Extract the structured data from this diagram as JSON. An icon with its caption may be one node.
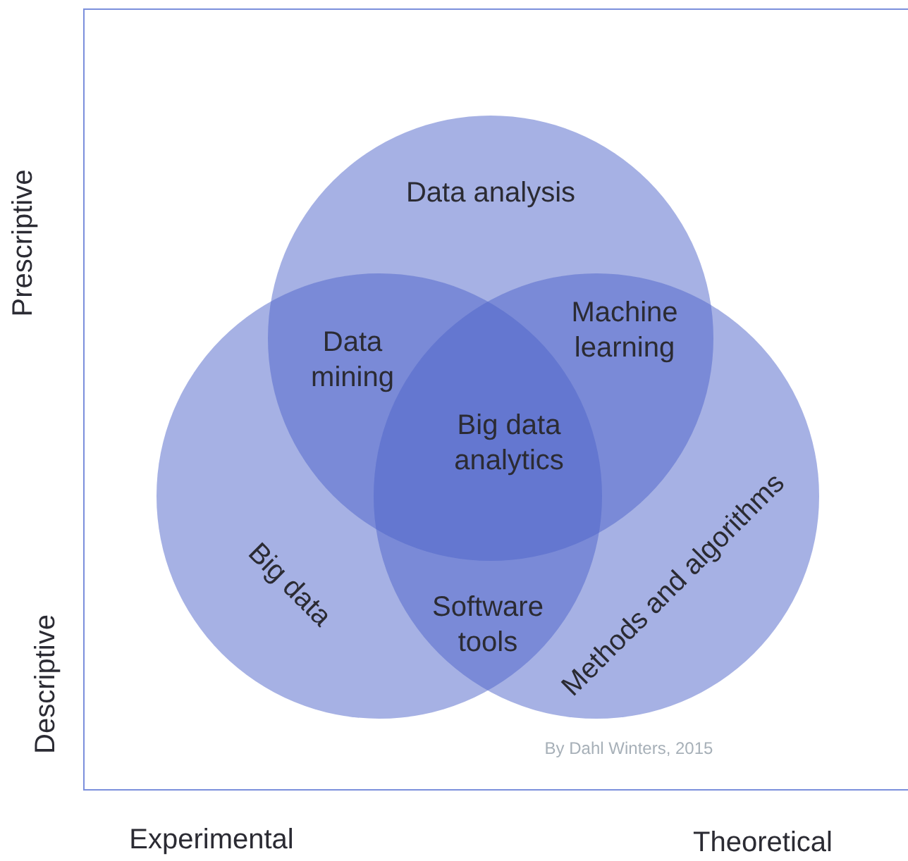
{
  "diagram": {
    "nodes": [
      {
        "text": [
          "Data analysis"
        ]
      },
      {
        "text": [
          "Big data"
        ]
      },
      {
        "text": [
          "Methods and algorithms"
        ]
      }
    ],
    "labels": [
      "Prescriptive",
      "Data mining",
      "Machine learning",
      "Big data analytics",
      "Software tools",
      "Descriptive",
      "By Dahl Winters, 2015",
      "Experimental",
      "Theoretical"
    ]
  }
}
